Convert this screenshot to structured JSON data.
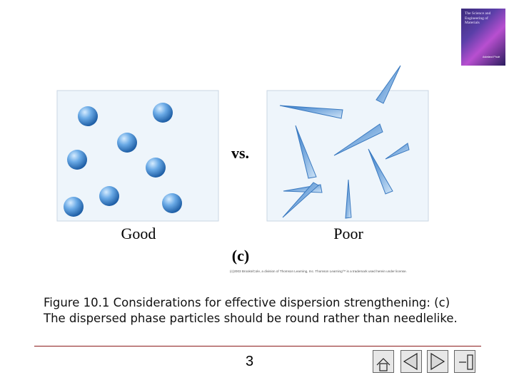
{
  "book_cover": {
    "title": "The Science and Engineering of Materials",
    "author": "Askeland Phulé",
    "colors": {
      "base": "#3a2a7a",
      "streak": "#c46bd8"
    }
  },
  "figure": {
    "panel_left_label": "Good",
    "panel_right_label": "Poor",
    "separator_label": "vs.",
    "subfigure_label": "(c)",
    "credit": "(c)2003 Brooks/Cole, a division of Thomson Learning, Inc. Thomson Learning™ is a trademark used herein under license.",
    "colors": {
      "panel_fill": "#eef5fb",
      "panel_border": "#c9d6e3",
      "particle": "#4f93d6",
      "particle_highlight": "#d6ecff"
    }
  },
  "caption": "Figure 10.1 Considerations for effective dispersion strengthening: (c) The dispersed phase particles should be round rather than needlelike.",
  "footer": {
    "page_number": "3",
    "nav_buttons": [
      {
        "name": "home",
        "icon": "home-icon"
      },
      {
        "name": "previous",
        "icon": "triangle-left-icon"
      },
      {
        "name": "next",
        "icon": "triangle-right-icon"
      },
      {
        "name": "end",
        "icon": "end-icon"
      }
    ],
    "accent_color": "#8b1a1a"
  }
}
